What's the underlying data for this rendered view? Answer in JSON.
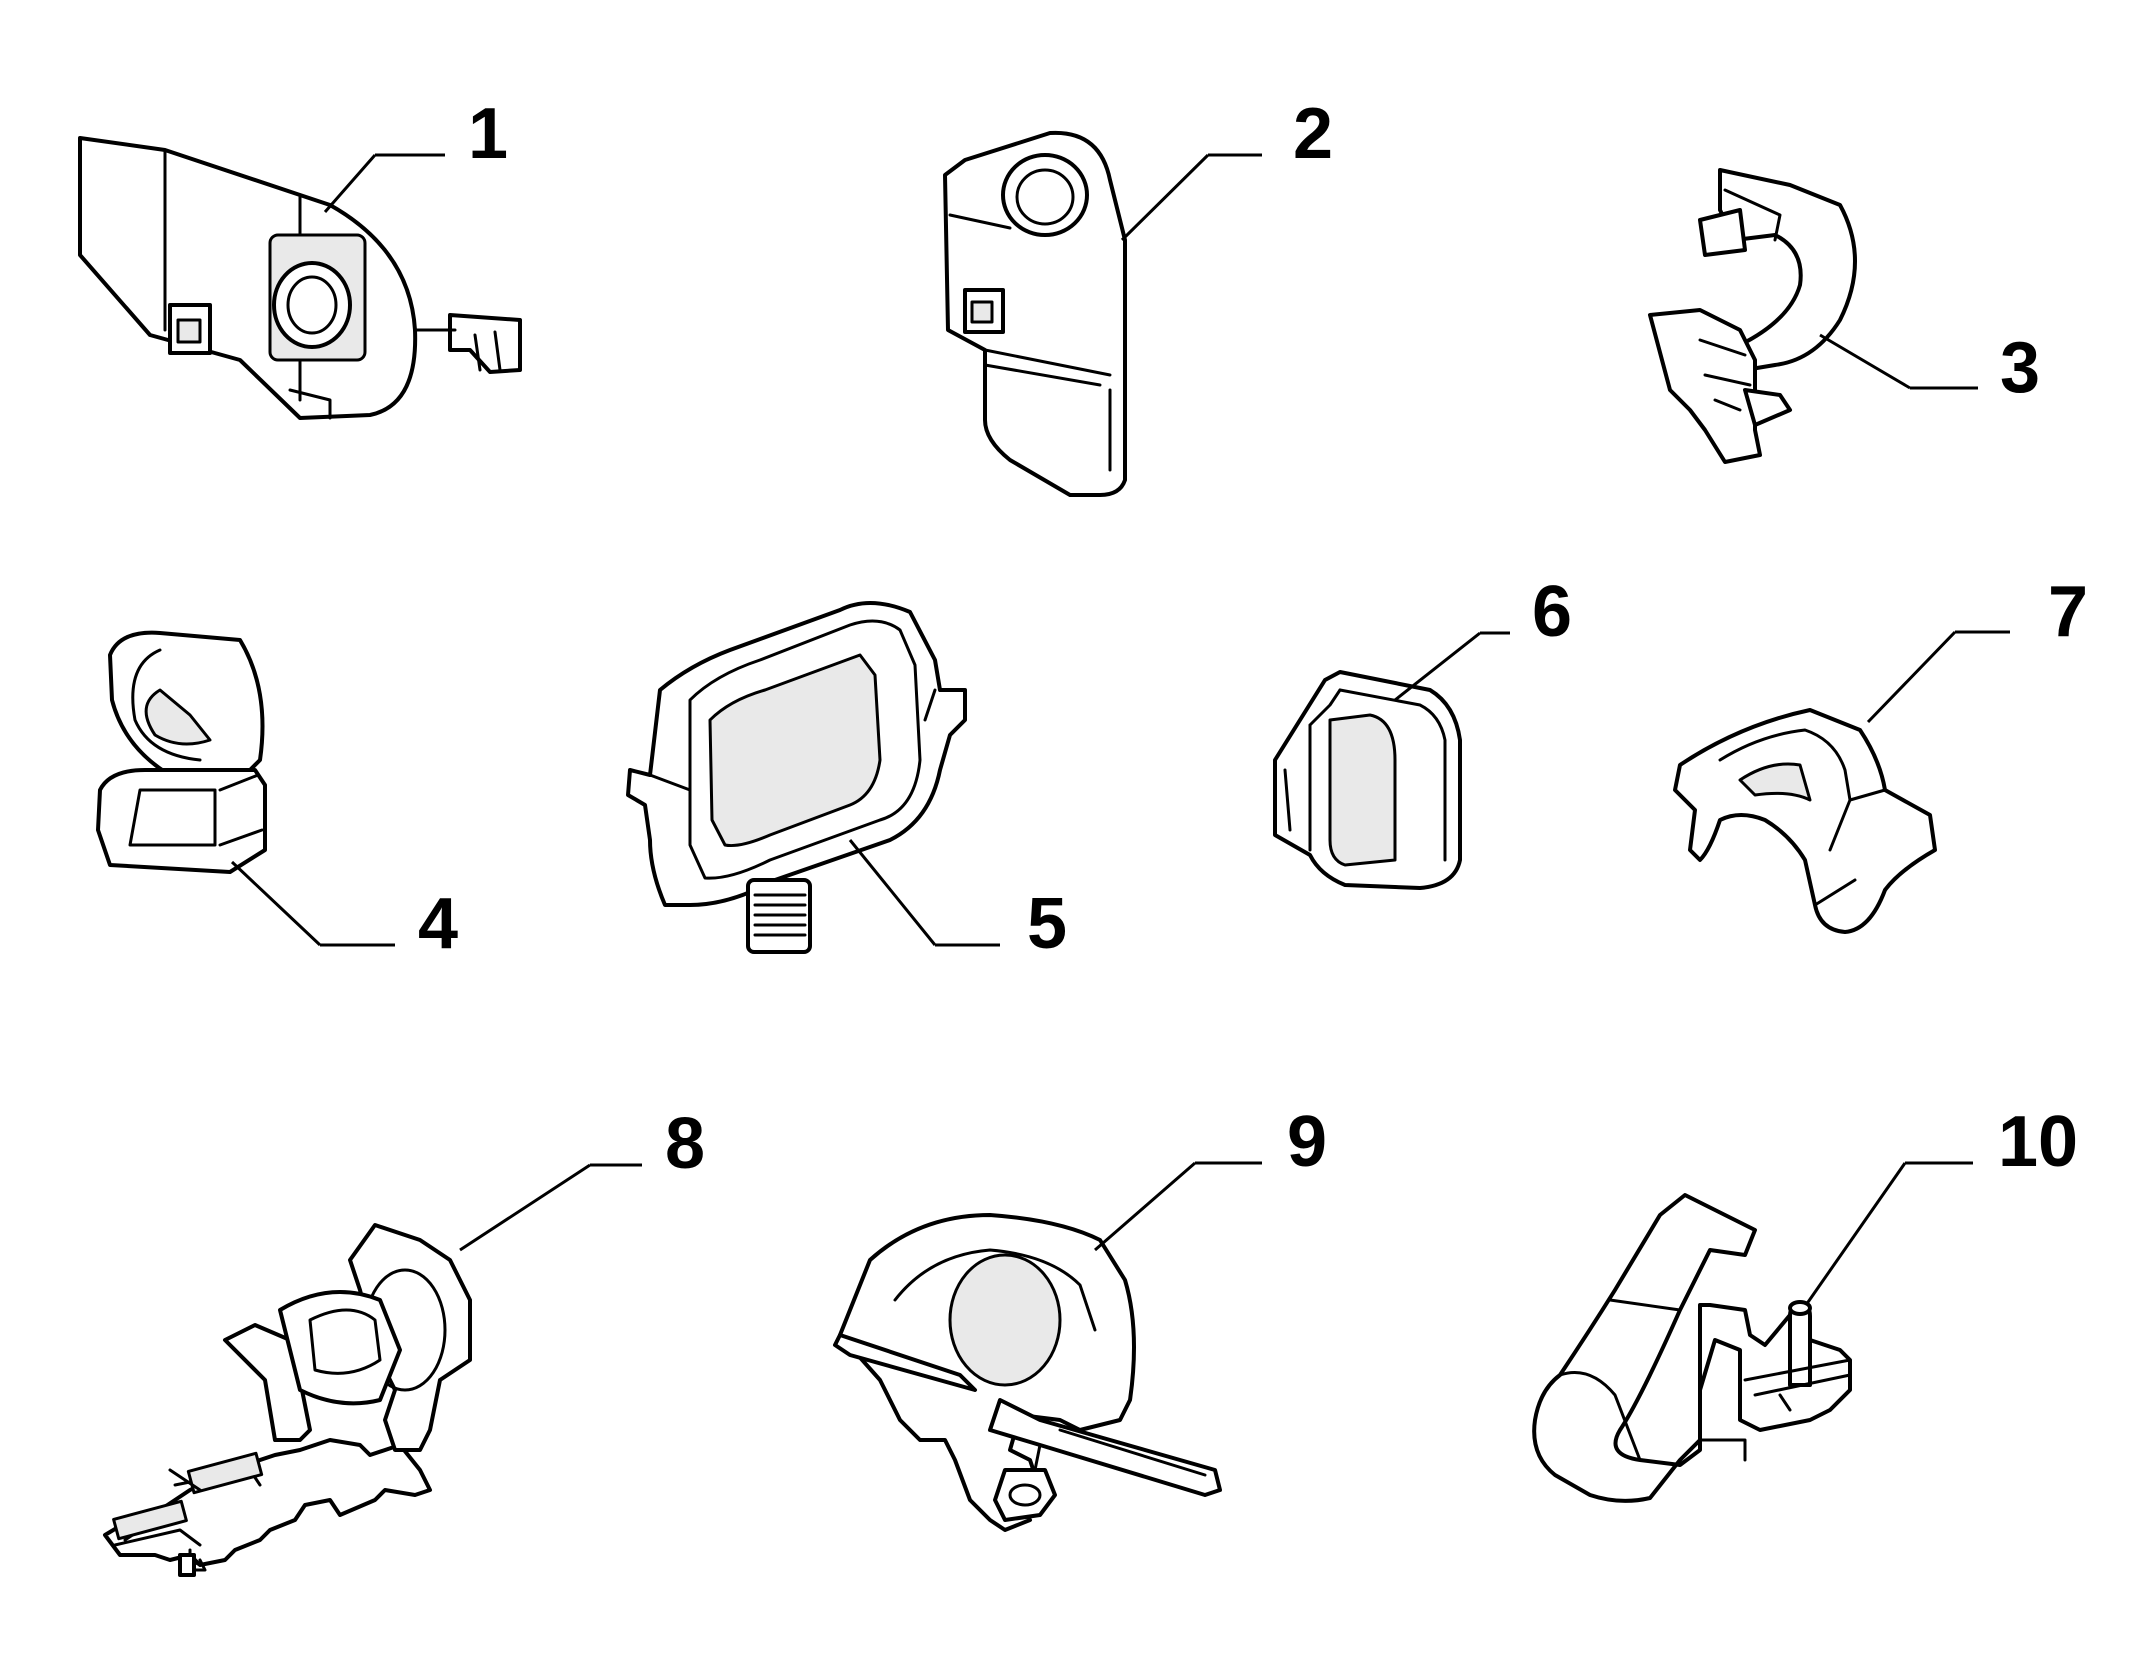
{
  "callouts": {
    "c1": "1",
    "c2": "2",
    "c3": "3",
    "c4": "4",
    "c5": "5",
    "c6": "6",
    "c7": "7",
    "c8": "8",
    "c9": "9",
    "c10": "10"
  },
  "colors": {
    "line": "#000000",
    "fill": "#ffffff",
    "shade": "#e9e9e9"
  }
}
